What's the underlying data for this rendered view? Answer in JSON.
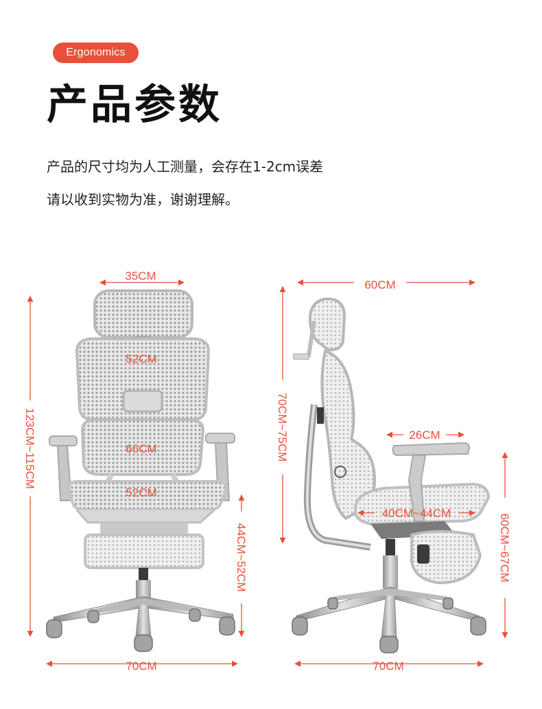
{
  "badge": "Ergonomics",
  "title": "产品参数",
  "description": {
    "line1": "产品的尺寸均为人工测量，会存在1-2cm误差",
    "line2": "请以收到实物为准，谢谢理解。"
  },
  "front_view": {
    "headrest_width": "35CM",
    "backrest_width": "52CM",
    "armrest_span": "66CM",
    "seat_width": "52CM",
    "total_height": "123CM~115CM",
    "seat_height": "44CM~52CM",
    "base_width": "70CM"
  },
  "side_view": {
    "total_depth": "60CM",
    "back_height": "70CM~75CM",
    "armrest_length": "26CM",
    "seat_depth": "40CM~44CM",
    "armrest_height": "60CM~67CM",
    "base_width": "70CM"
  },
  "colors": {
    "accent": "#e8503a",
    "text": "#222222",
    "chair_mesh": "#b8b8b8",
    "chair_frame": "#9a9a9a"
  }
}
